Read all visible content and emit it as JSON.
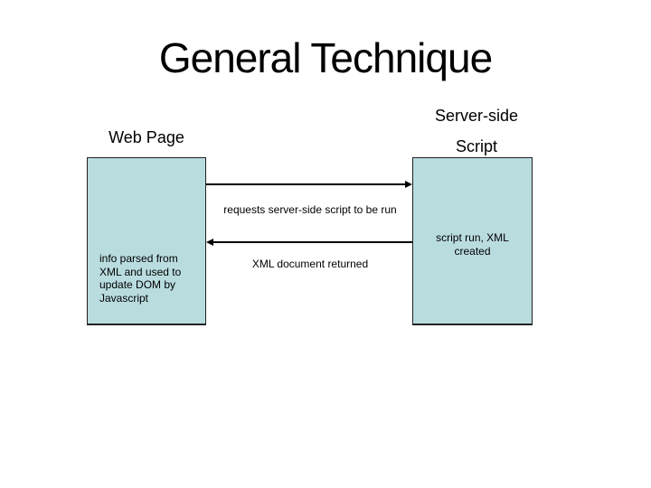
{
  "slide": {
    "title": "General Technique",
    "nodes": {
      "web_page": {
        "label": "Web Page",
        "content_lines": [
          "info parsed from",
          "XML and used to",
          "update DOM by",
          "Javascript"
        ]
      },
      "server_script": {
        "label_lines": [
          "Server-side",
          "Script"
        ],
        "content_lines": [
          "script run, XML",
          "created"
        ]
      }
    },
    "edges": {
      "request": {
        "direction": "web_page -> server_script",
        "label": "requests server-side script to be run"
      },
      "response": {
        "direction": "server_script -> web_page",
        "label": "XML document returned"
      }
    },
    "colors": {
      "background": "#ffffff",
      "node_fill": "#b9dcdf",
      "node_border": "#222222",
      "arrow": "#000000",
      "text": "#000000"
    }
  }
}
